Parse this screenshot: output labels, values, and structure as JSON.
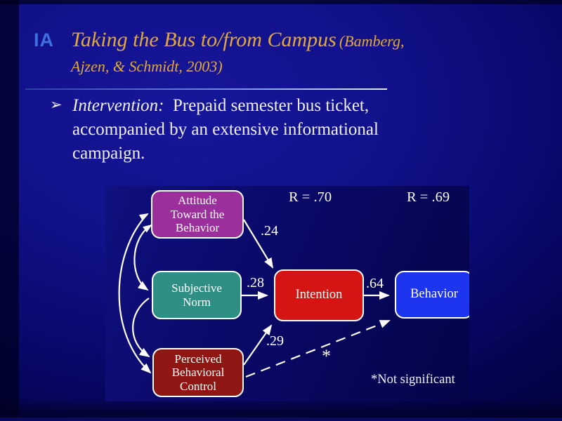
{
  "slide": {
    "corner_label": "IA",
    "title_main": "Taking the Bus to/from Campus",
    "title_cite_inline": "(Bamberg,",
    "title_cite_line2": "Ajzen, & Schmidt, 2003)",
    "bullet_marker": "➢",
    "bullet_lead": "Intervention:",
    "bullet_line1": "Prepaid semester bus ticket,",
    "bullet_line2": "accompanied by an extensive informational",
    "bullet_line3": "campaign."
  },
  "diagram": {
    "boxes": {
      "attitude": {
        "color": "#9b2f9b",
        "l1": "Attitude",
        "l2": "Toward the",
        "l3": "Behavior"
      },
      "subjective_norm": {
        "color": "#2f8f85",
        "l1": "Subjective",
        "l2": "Norm"
      },
      "pbc": {
        "color": "#8e1713",
        "l1": "Perceived",
        "l2": "Behavioral",
        "l3": "Control"
      },
      "intention": {
        "color": "#d51414",
        "l1": "Intention"
      },
      "behavior": {
        "color": "#1d35ee",
        "l1": "Behavior"
      }
    },
    "coefficients": {
      "attitude_intention": ".24",
      "sn_intention": ".28",
      "pbc_intention": ".29",
      "intention_behavior": ".64"
    },
    "r_intention": "R = .70",
    "r_behavior": "R = .69",
    "asterisk": "*",
    "footnote": "*Not significant",
    "edges": [
      {
        "from": "attitude",
        "to": "intention",
        "label": ".24",
        "style": "solid"
      },
      {
        "from": "subjective_norm",
        "to": "intention",
        "label": ".28",
        "style": "solid"
      },
      {
        "from": "pbc",
        "to": "intention",
        "label": ".29",
        "style": "solid"
      },
      {
        "from": "intention",
        "to": "behavior",
        "label": ".64",
        "style": "solid"
      },
      {
        "from": "pbc",
        "to": "behavior",
        "label": "*",
        "style": "dashed"
      },
      {
        "from": "attitude",
        "to": "subjective_norm",
        "style": "curved-double"
      },
      {
        "from": "subjective_norm",
        "to": "pbc",
        "style": "curved-double"
      },
      {
        "from": "attitude",
        "to": "pbc",
        "style": "curved-double"
      }
    ]
  },
  "colors": {
    "slide_bg_center": "#16169a",
    "slide_bg_edge": "#010134",
    "title_gold": "#e2a93a",
    "corner_blue": "#3f6fe0",
    "text_white": "#eef0fa",
    "arrow_white": "#ffffff",
    "box_border": "#ffffff"
  }
}
